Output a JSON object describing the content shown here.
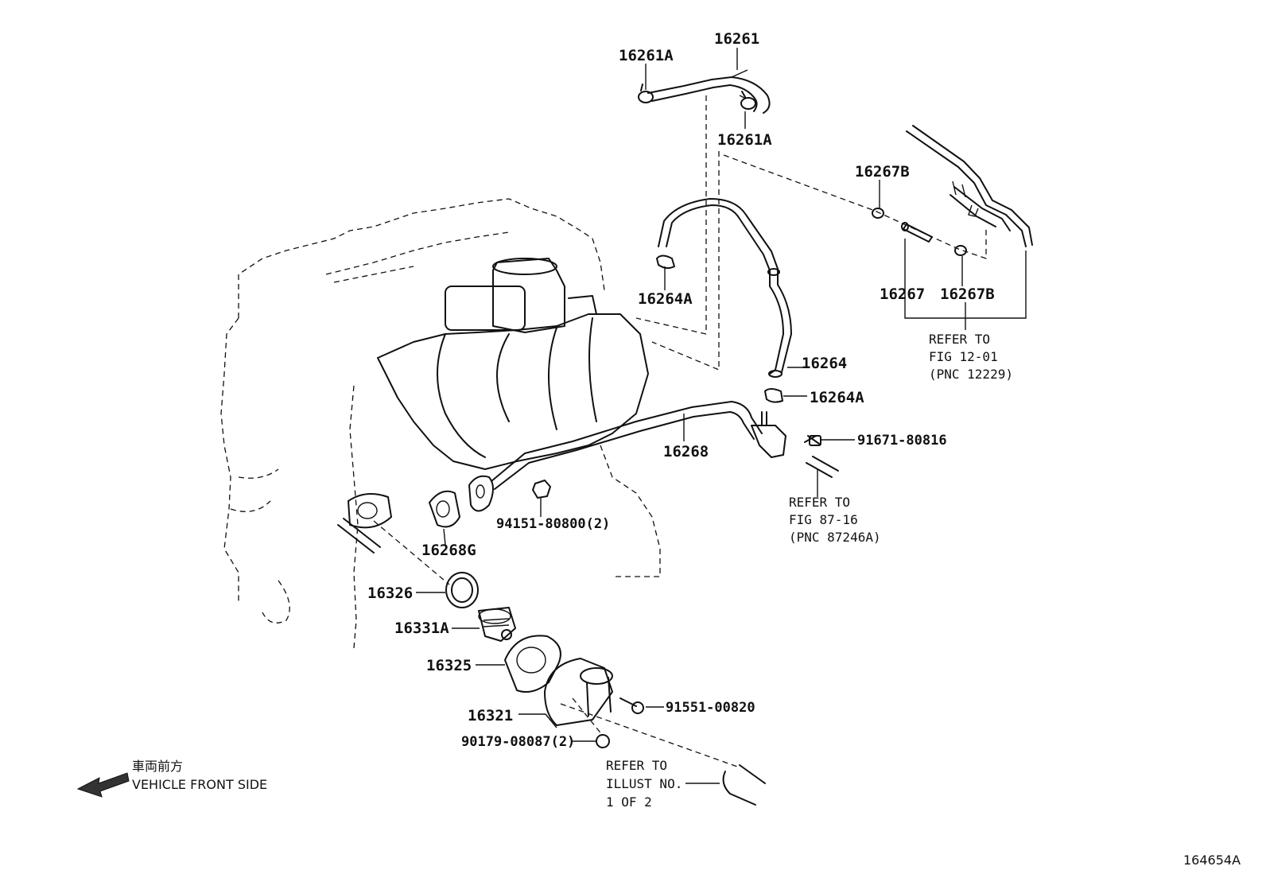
{
  "labels": {
    "p16261": "16261",
    "p16261a_top": "16261A",
    "p16261a_mid": "16261A",
    "p16267b_top": "16267B",
    "p16267": "16267",
    "p16267b_bot": "16267B",
    "p16264a_top": "16264A",
    "p16264": "16264",
    "p16264a_bot": "16264A",
    "p91671": "91671-80816",
    "p16268": "16268",
    "p94151": "94151-80800(2)",
    "p16268g": "16268G",
    "p16326": "16326",
    "p16331a": "16331A",
    "p16325": "16325",
    "p16321": "16321",
    "p91551": "91551-00820",
    "p90179": "90179-08087(2)"
  },
  "refs": {
    "fig1201": [
      "REFER TO",
      "FIG 12-01",
      "(PNC 12229)"
    ],
    "fig8716": [
      "REFER TO",
      "FIG 87-16",
      "(PNC 87246A)"
    ],
    "illust": [
      "REFER TO",
      "ILLUST NO.",
      "1 OF 2"
    ]
  },
  "front": {
    "jp": "車両前方",
    "en": "VEHICLE FRONT SIDE"
  },
  "figure_id": "164654A"
}
